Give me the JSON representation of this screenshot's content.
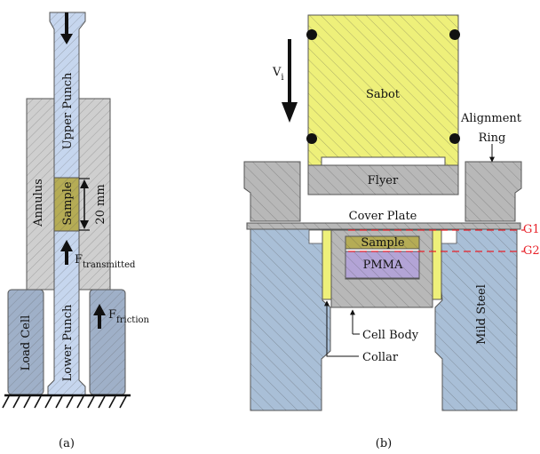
{
  "panel_a": {
    "caption": "(a)",
    "labels": {
      "upper_punch": "Upper Punch",
      "annulus": "Annulus",
      "sample": "Sample",
      "length": "20 mm",
      "f_transmitted_base": "F",
      "f_transmitted_sub": "transmitted",
      "f_friction_base": "F",
      "f_friction_sub": "friction",
      "load_cell": "Load Cell",
      "lower_punch": "Lower Punch"
    }
  },
  "panel_b": {
    "caption": "(b)",
    "labels": {
      "v_base": "V",
      "v_sub": "i",
      "sabot": "Sabot",
      "alignment_line1": "Alignment",
      "alignment_line2": "Ring",
      "flyer": "Flyer",
      "cover_plate": "Cover Plate",
      "sample": "Sample",
      "pmma": "PMMA",
      "mild_steel": "Mild Steel",
      "cell_body": "Cell Body",
      "collar": "Collar",
      "g1": "G1",
      "g2": "G2"
    }
  },
  "colors": {
    "punch_blue": "#c6d6ee",
    "annulus_grey": "#cfcfcf",
    "sample_olive": "#b5ac55",
    "load_cell_blue": "#9fb0c8",
    "sabot_yellow": "#eef07a",
    "steel_blue": "#a9bfd7",
    "metal_grey": "#b8b8b8",
    "collar_yellow": "#eef07a",
    "pmma_purple": "#b3a4d6",
    "gauge_red": "#e8222a"
  }
}
